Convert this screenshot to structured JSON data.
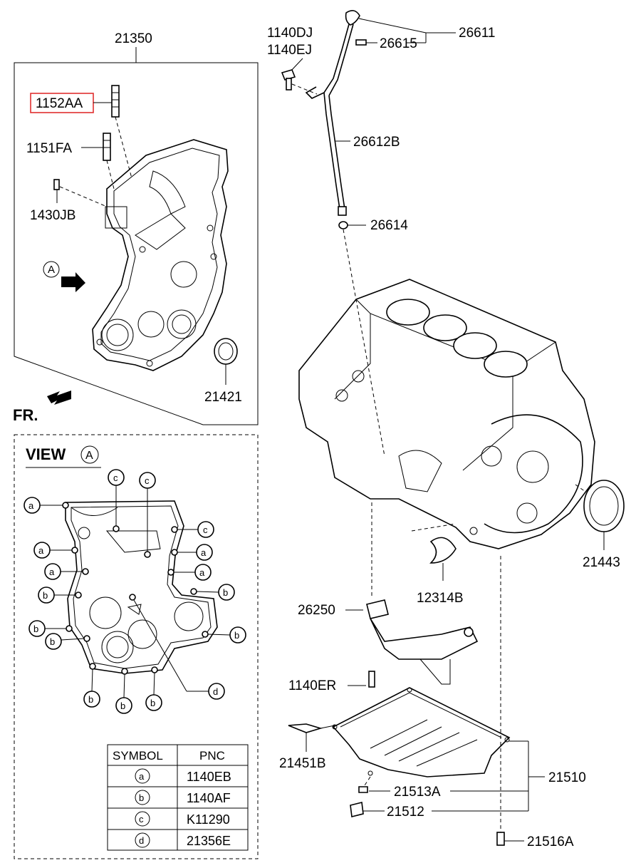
{
  "callouts": {
    "cover_assembly": "21350",
    "stud_highlighted": "1152AA",
    "stud": "1151FA",
    "pin": "1430JB",
    "front_seal": "21421",
    "bolt_upper_1": "1140DJ",
    "bolt_upper_2": "1140EJ",
    "dipstick_assy": "26611",
    "dipstick_clip": "26615",
    "dipstick_guide": "26612B",
    "o_ring": "26614",
    "rear_seal": "21443",
    "bearing": "12314B",
    "oil_strainer": "26250",
    "strainer_bolt": "1140ER",
    "oil_sensor": "21451B",
    "oil_pan": "21510",
    "pan_gasket": "21513A",
    "drain_plug": "21512",
    "pan_bolt": "21516A"
  },
  "direction": {
    "front_label": "FR.",
    "view_marker": "A"
  },
  "view_a": {
    "title": "VIEW",
    "marker": "A",
    "bolt_letters": {
      "a": "a",
      "b": "b",
      "c": "c",
      "d": "d"
    }
  },
  "symbol_table": {
    "headers": [
      "SYMBOL",
      "PNC"
    ],
    "rows": [
      {
        "symbol": "a",
        "pnc": "1140EB"
      },
      {
        "symbol": "b",
        "pnc": "1140AF"
      },
      {
        "symbol": "c",
        "pnc": "K11290"
      },
      {
        "symbol": "d",
        "pnc": "21356E"
      }
    ]
  },
  "colors": {
    "highlight_box": "#e03030",
    "line": "#000000",
    "background": "#ffffff"
  }
}
